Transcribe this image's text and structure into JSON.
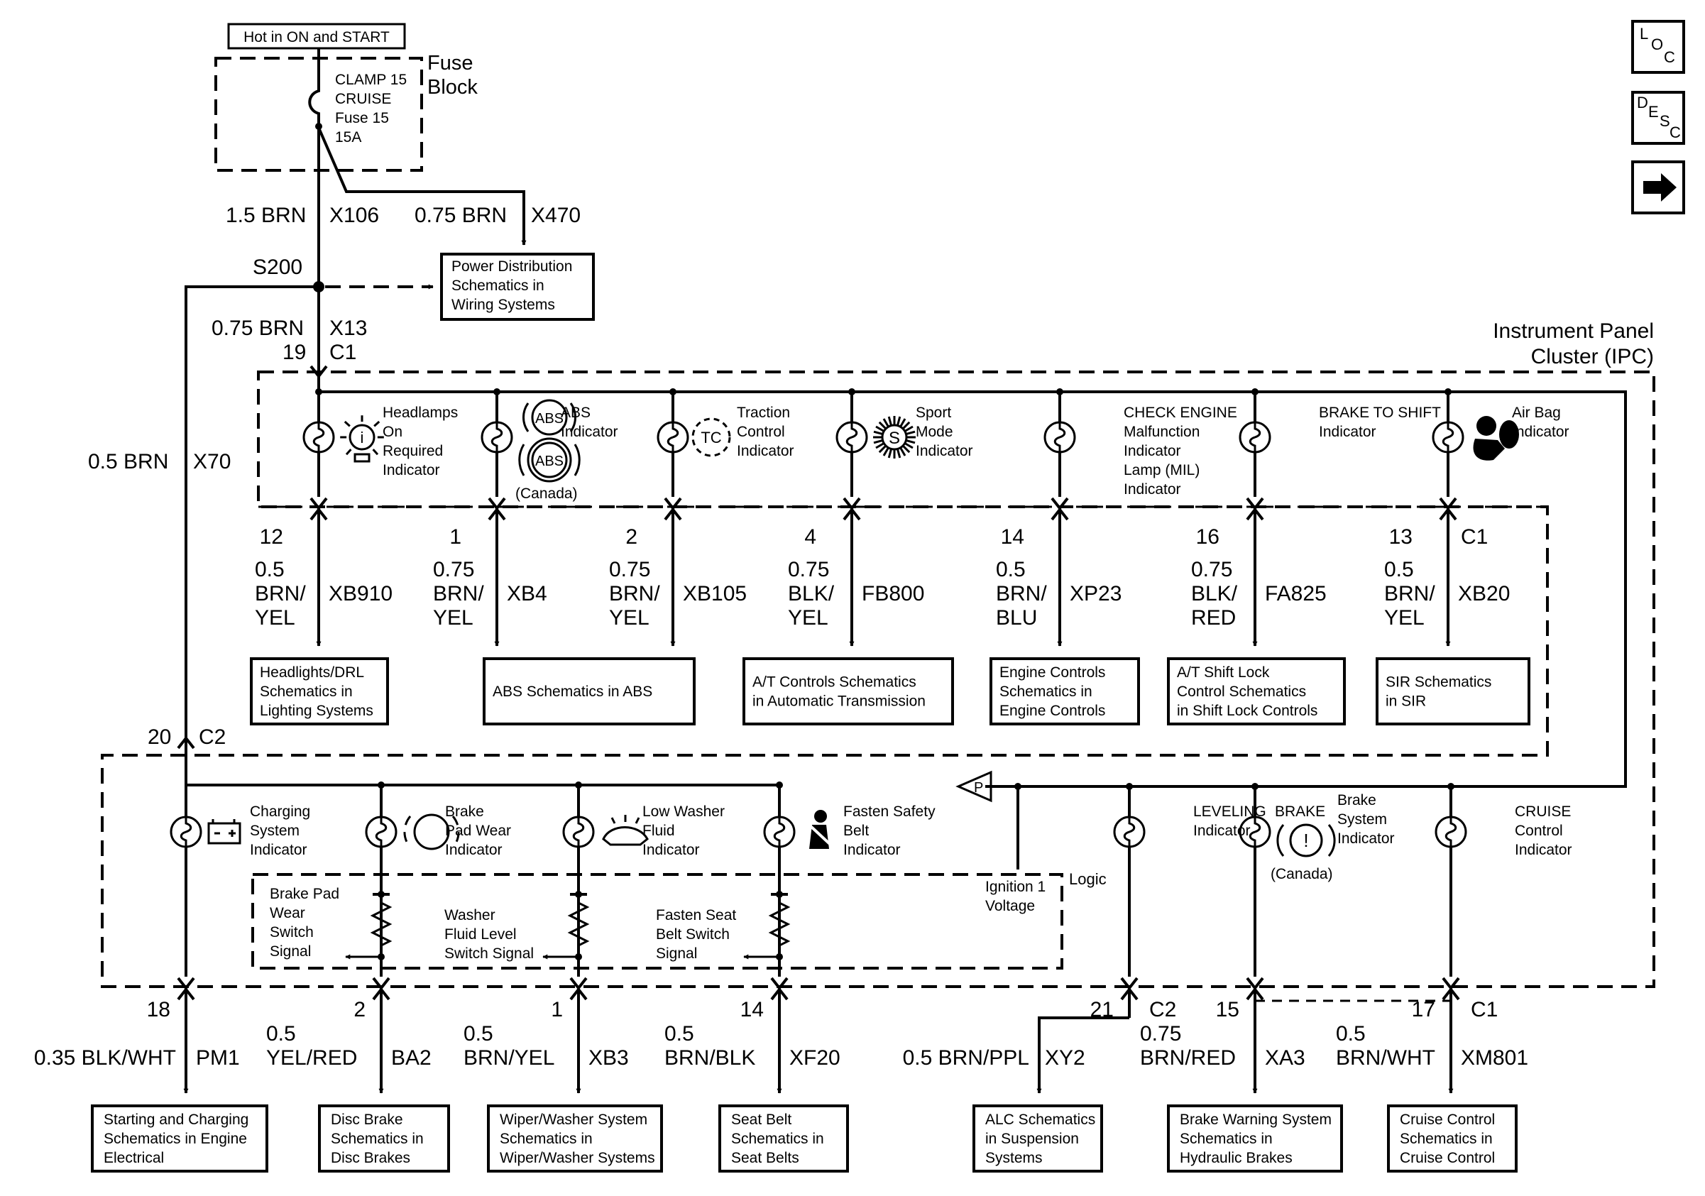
{
  "power": {
    "hot_label": "Hot in ON and START",
    "fuse_block_1": "Fuse",
    "fuse_block_2": "Block",
    "fuse_lines": [
      "CLAMP 15",
      "CRUISE",
      "Fuse 15",
      "15A"
    ]
  },
  "feed": {
    "w1_gauge": "1.5 BRN",
    "w1_id": "X106",
    "w2_gauge": "0.75 BRN",
    "w2_id": "X470",
    "splice": "S200",
    "w3_gauge": "0.75 BRN",
    "w3_id": "X13",
    "c1_pin": "19",
    "c1": "C1",
    "w4_gauge": "0.5 BRN",
    "w4_id": "X70",
    "c2_pin": "20",
    "c2": "C2"
  },
  "pds": [
    "Power Distribution",
    "Schematics in",
    "Wiring Systems"
  ],
  "ipc": {
    "title_1": "Instrument Panel",
    "title_2": "Cluster (IPC)"
  },
  "upper": [
    {
      "label": [
        "Headlamps",
        "On",
        "Required",
        "Indicator"
      ],
      "pin": "12",
      "gauge": [
        "0.5",
        "BRN/",
        "YEL"
      ],
      "wire": "XB910",
      "dest": [
        "Headlights/DRL",
        "Schematics in",
        "Lighting Systems"
      ]
    },
    {
      "label": [
        "ABS",
        "Indicator"
      ],
      "extra": "(Canada)",
      "pin": "1",
      "gauge": [
        "0.75",
        "BRN/",
        "YEL"
      ],
      "wire": "XB4",
      "dest": [
        "ABS Schematics in ABS"
      ]
    },
    {
      "label": [
        "Traction",
        "Control",
        "Indicator"
      ],
      "pin": "2",
      "gauge": [
        "0.75",
        "BRN/",
        "YEL"
      ],
      "wire": "XB105",
      "dest": [
        "A/T Controls Schematics",
        "in Automatic Transmission"
      ]
    },
    {
      "label": [
        "Sport",
        "Mode",
        "Indicator"
      ],
      "pin": "4",
      "gauge": [
        "0.75",
        "BLK/",
        "YEL"
      ],
      "wire": "FB800",
      "dest": [
        "A/T Controls Schematics",
        "in Automatic Transmission"
      ]
    },
    {
      "label": [
        "CHECK ENGINE",
        "Malfunction",
        "Indicator",
        "Lamp (MIL)",
        "Indicator"
      ],
      "pin": "14",
      "gauge": [
        "0.5",
        "BRN/",
        "BLU"
      ],
      "wire": "XP23",
      "dest": [
        "Engine Controls",
        "Schematics in",
        "Engine Controls"
      ]
    },
    {
      "label": [
        "BRAKE TO SHIFT",
        "Indicator"
      ],
      "pin": "16",
      "gauge": [
        "0.75",
        "BLK/",
        "RED"
      ],
      "wire": "FA825",
      "dest": [
        "A/T Shift Lock",
        "Control Schematics",
        "in Shift Lock Controls"
      ]
    },
    {
      "label": [
        "Air Bag",
        "Indicator"
      ],
      "pin": "13",
      "conn": "C1",
      "gauge": [
        "0.5",
        "BRN/",
        "YEL"
      ],
      "wire": "XB20",
      "dest": [
        "SIR Schematics",
        "in SIR"
      ]
    }
  ],
  "icon_text": {
    "abs": "ABS",
    "tc": "TC",
    "sport": "S",
    "p": "P"
  },
  "lower": [
    {
      "label": [
        "Charging",
        "System",
        "Indicator"
      ],
      "pin": "18",
      "gauge": "0.35 BLK/WHT",
      "wire": "PM1",
      "dest": [
        "Starting and Charging",
        "Schematics in Engine",
        "Electrical"
      ]
    },
    {
      "label": [
        "Brake",
        "Pad Wear",
        "Indicator"
      ],
      "pin": "2",
      "gauge": [
        "0.5",
        "YEL/RED"
      ],
      "wire": "BA2",
      "dest": [
        "Disc Brake",
        "Schematics in",
        "Disc Brakes"
      ]
    },
    {
      "label": [
        "Low Washer",
        "Fluid",
        "Indicator"
      ],
      "pin": "1",
      "gauge": [
        "0.5",
        "BRN/YEL"
      ],
      "wire": "XB3",
      "dest": [
        "Wiper/Washer System",
        "Schematics in",
        "Wiper/Washer Systems"
      ]
    },
    {
      "label": [
        "Fasten Safety",
        "Belt",
        "Indicator"
      ],
      "pin": "14",
      "gauge": [
        "0.5",
        "BRN/BLK"
      ],
      "wire": "XF20",
      "dest": [
        "Seat Belt",
        "Schematics in",
        "Seat Belts"
      ]
    },
    {
      "label": [
        "LEVELING",
        "Indicator"
      ],
      "pin": "21",
      "conn": "C2",
      "gauge": "0.5 BRN/PPL",
      "wire": "XY2",
      "dest": [
        "ALC Schematics",
        "in Suspension",
        "Systems"
      ]
    },
    {
      "label": [
        "BRAKE",
        "Brake",
        "System",
        "Indicator"
      ],
      "extra": "(Canada)",
      "pin": "15",
      "gauge": [
        "0.75",
        "BRN/RED"
      ],
      "wire": "XA3",
      "dest": [
        "Brake Warning System",
        "Schematics in",
        "Hydraulic Brakes"
      ]
    },
    {
      "label": [
        "CRUISE",
        "Control",
        "Indicator"
      ],
      "pin": "17",
      "conn": "C1",
      "gauge": [
        "0.5",
        "BRN/WHT"
      ],
      "wire": "XM801",
      "dest": [
        "Cruise Control",
        "Schematics in",
        "Cruise Control"
      ]
    }
  ],
  "logic": {
    "title": "Logic",
    "brake_pad": [
      "Brake Pad",
      "Wear",
      "Switch",
      "Signal"
    ],
    "washer": [
      "Washer",
      "Fluid Level",
      "Switch Signal"
    ],
    "seat_belt": [
      "Fasten Seat",
      "Belt Switch",
      "Signal"
    ],
    "ignition": [
      "Ignition 1",
      "Voltage"
    ]
  },
  "nav": {
    "loc": [
      "L",
      "O",
      "C"
    ],
    "desc": [
      "D",
      "E",
      "S",
      "C"
    ]
  }
}
